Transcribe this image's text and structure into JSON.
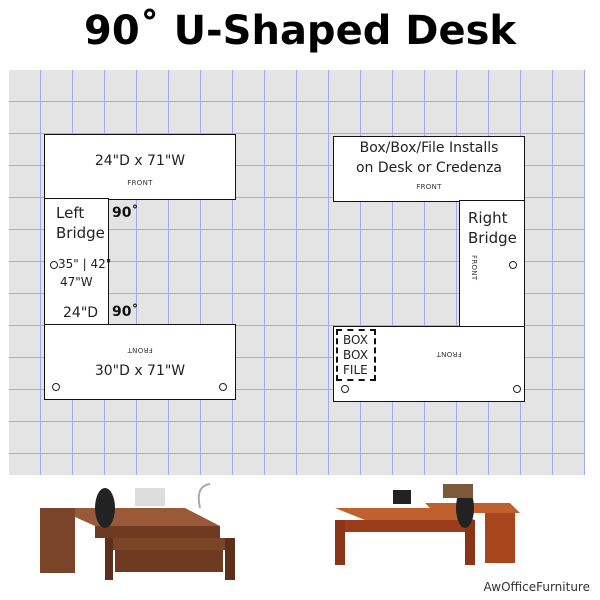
{
  "title": "90˚ U-Shaped Desk",
  "left": {
    "top_desk": "24\"D x 71\"W",
    "front": "FRONT",
    "bridge_label_1": "Left",
    "bridge_label_2": "Bridge",
    "bridge_widths": "35\" | 42\"",
    "bridge_widths_2": "47\"W",
    "bridge_depth": "24\"D",
    "angle": "90˚",
    "bottom_desk": "30\"D x 71\"W"
  },
  "right": {
    "top_line_1": "Box/Box/File Installs",
    "top_line_2": "on Desk or Credenza",
    "front": "FRONT",
    "bridge_label_1": "Right",
    "bridge_label_2": "Bridge",
    "pedestal": [
      "BOX",
      "BOX",
      "FILE"
    ]
  },
  "brand": "AwOfficeFurniture",
  "colors": {
    "grid_bg": "#e4e4e4",
    "grid_line": "#a8a8f0",
    "desk_brown": "#8a5030",
    "desk_cherry": "#b04a22"
  }
}
